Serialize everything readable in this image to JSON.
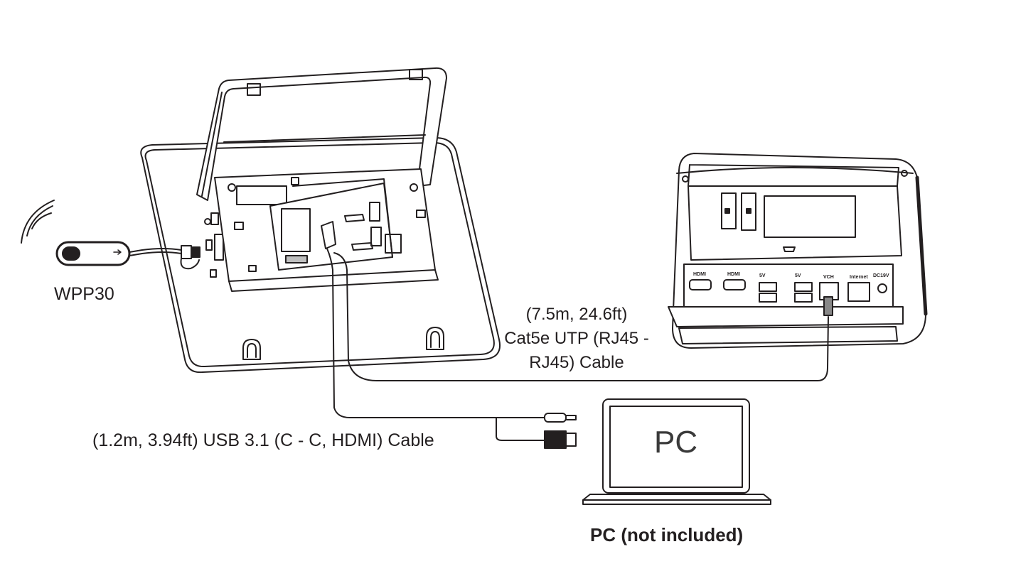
{
  "labels": {
    "dongle": "WPP30",
    "cat5e_cable": [
      "(7.5m, 24.6ft)",
      "Cat5e UTP (RJ45 -",
      "RJ45) Cable"
    ],
    "usb_cable": "(1.2m, 3.94ft) USB 3.1 (C - C, HDMI) Cable",
    "pc_screen": "PC",
    "pc_note": "PC (not included)"
  },
  "hub_ports": [
    "HDMI",
    "HDMI",
    "5V",
    "5V",
    "VCH",
    "Internet",
    "DC19V"
  ],
  "colors": {
    "line": "#231f20",
    "background": "#ffffff",
    "fill_light": "#f4f4f4"
  }
}
